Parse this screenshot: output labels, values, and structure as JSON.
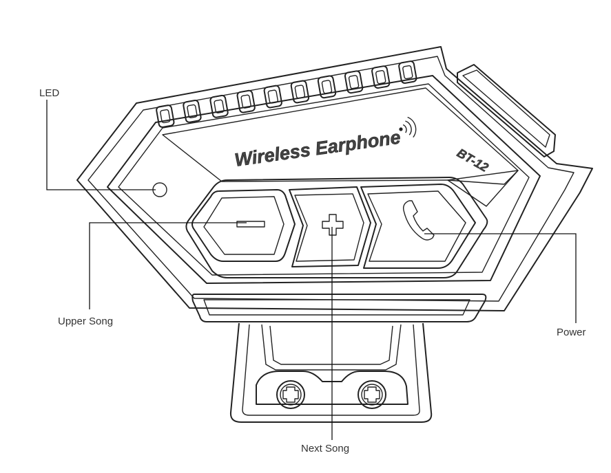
{
  "device": {
    "brand_text": "Wireless Earphone",
    "model_text": "BT-12"
  },
  "callouts": {
    "led": "LED",
    "upper_song": "Upper Song",
    "next_song": "Next Song",
    "power": "Power"
  },
  "icons": {
    "led": "led-indicator-icon",
    "minus": "minus-icon",
    "plus": "plus-icon",
    "phone": "phone-handset-icon",
    "signal": "wireless-signal-icon",
    "screw": "screw-icon"
  },
  "colors": {
    "line": "#222222",
    "label": "#333333",
    "background": "#ffffff"
  }
}
